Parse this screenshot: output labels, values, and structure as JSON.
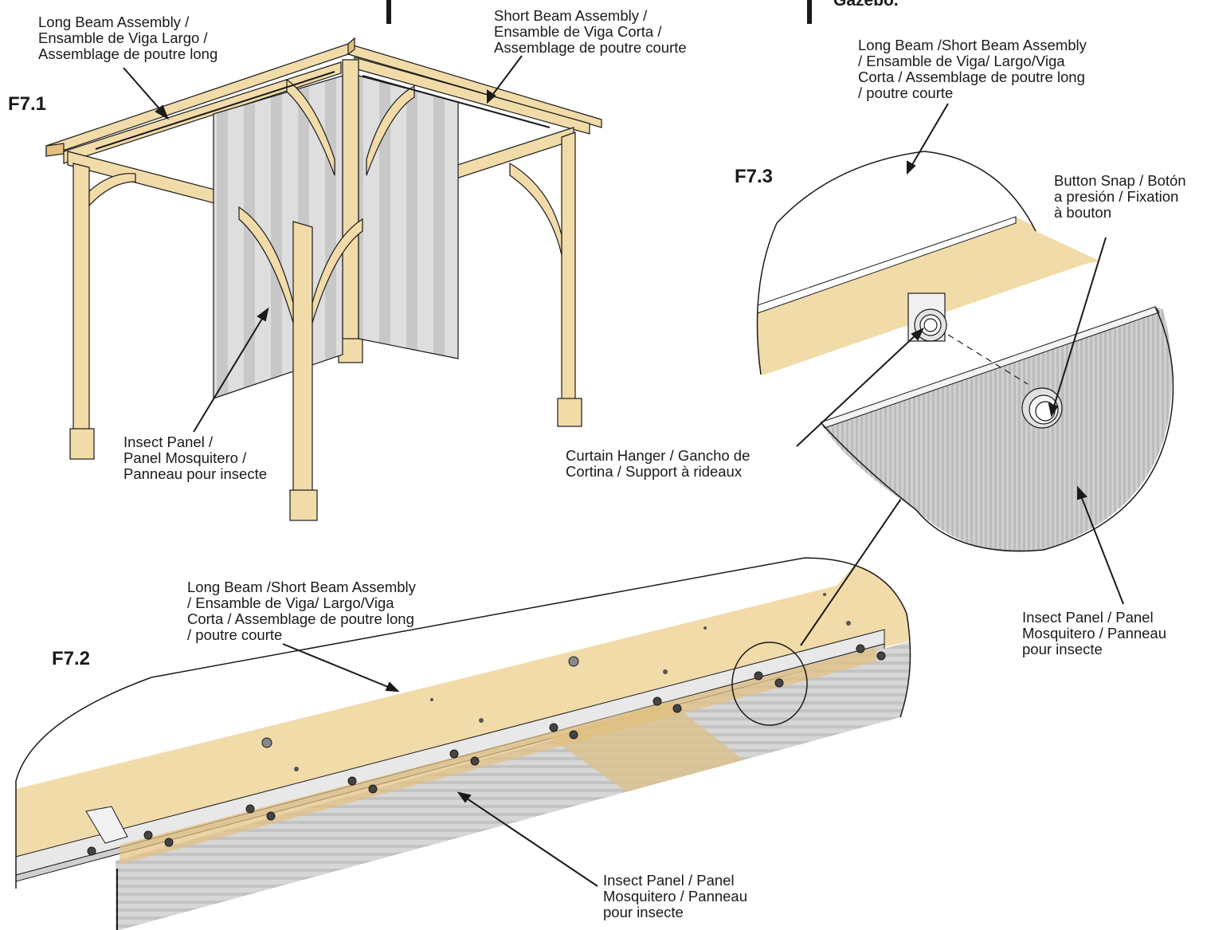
{
  "header": {
    "partial_text": "Gazebo."
  },
  "figures": {
    "f1": {
      "id": "F7.1"
    },
    "f2": {
      "id": "F7.2"
    },
    "f3": {
      "id": "F7.3"
    }
  },
  "labels": {
    "f1_long_beam": "Long Beam Assembly  /\nEnsamble de Viga Largo /\nAssemblage de poutre long",
    "f1_short_beam": "Short Beam Assembly  /\nEnsamble de Viga Corta /\nAssemblage de poutre courte",
    "f1_insect_panel": "Insect Panel /\nPanel Mosquitero  /\nPanneau pour insecte",
    "f3_beam": "Long Beam /Short Beam Assembly\n/ Ensamble de Viga/ Largo/Viga\nCorta  / Assemblage de poutre long\n/ poutre courte",
    "f3_button_snap": "Button Snap / Botón\na presión / Fixation\nà bouton",
    "f3_curtain_hanger": "Curtain Hanger /  Gancho de\nCortina / Support à rideaux",
    "f3_insect_panel": "Insect Panel / Panel\nMosquitero  / Panneau\npour insecte",
    "f2_beam": "Long Beam /Short Beam Assembly\n/ Ensamble de Viga/ Largo/Viga\nCorta  / Assemblage de poutre long\n/ poutre courte",
    "f2_insect_panel": "Insect Panel / Panel\nMosquitero  / Panneau\npour insecte"
  },
  "colors": {
    "wood": "#f1dba9",
    "wood_dark": "#e2c07f",
    "mesh": "#d2d2d2",
    "mesh_dark": "#b9b9b9",
    "rail": "#e9e9e9",
    "ink": "#1a1a1a"
  }
}
